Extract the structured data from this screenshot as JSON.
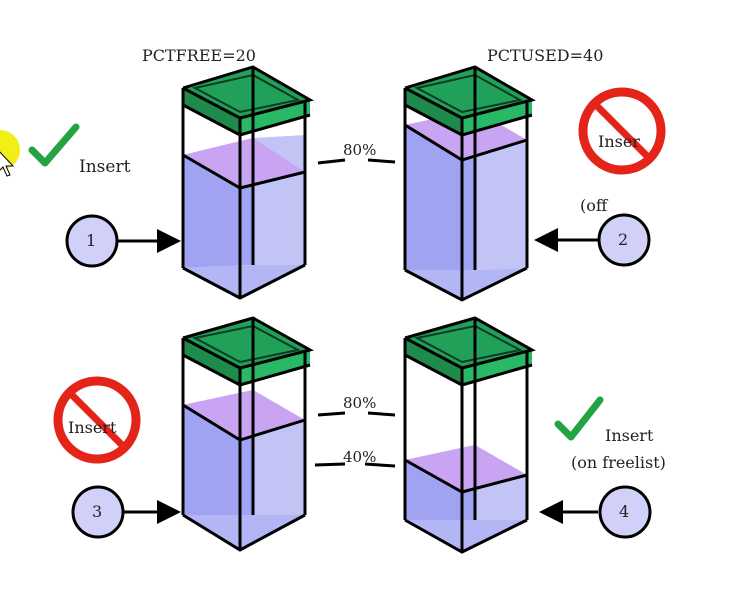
{
  "labels": {
    "pctfree": "PCTFREE=20",
    "pctused": "PCTUSED=40",
    "insert_ok_1": "Insert",
    "insert_no_2": "Inser",
    "off_2": "(off",
    "insert_no_3": "Insert",
    "insert_ok_4": "Insert",
    "on_freelist_4": "(on freelist)"
  },
  "markers": {
    "line_80_top": "80%",
    "line_80_bottom": "80%",
    "line_40_bottom": "40%"
  },
  "steps": [
    "1",
    "2",
    "3",
    "4"
  ],
  "colors": {
    "green_top": "#21a05a",
    "green_side": "#1e7d47",
    "lavender": "#c9a4f2",
    "blue_fill": "#b3b6f4",
    "blue_dark": "#8f93ee",
    "circle_fill": "#d0d0f8",
    "no_red": "#e42418",
    "check_green": "#23a341",
    "cursor_yellow": "#f1ef15"
  },
  "icons": [
    "check-icon",
    "no-entry-icon",
    "arrow-right-icon",
    "cursor-icon"
  ]
}
